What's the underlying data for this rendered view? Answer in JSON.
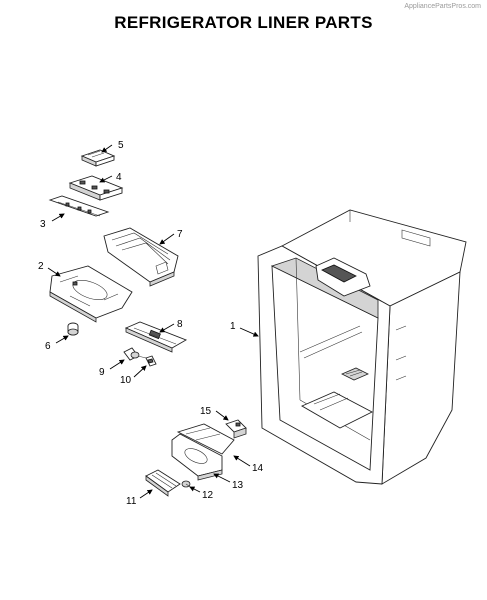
{
  "watermark": "AppliancePartsPros.com",
  "title": "REFRIGERATOR LINER PARTS",
  "callouts": {
    "c1": "1",
    "c2": "2",
    "c3": "3",
    "c4": "4",
    "c5": "5",
    "c6": "6",
    "c7": "7",
    "c8": "8",
    "c9": "9",
    "c10": "10",
    "c11": "11",
    "c12": "12",
    "c13": "13",
    "c14": "14",
    "c15": "15"
  }
}
